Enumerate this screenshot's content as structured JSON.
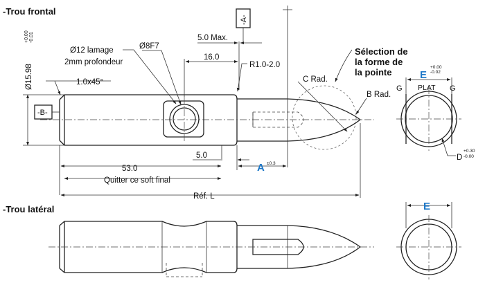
{
  "front_section": {
    "title": "-Trou frontal",
    "diameter_label": "Ø15.98",
    "diameter_tol_upper": "+0.00",
    "diameter_tol_lower": "-0.01",
    "chamfer_label": "1.0x45°",
    "datum_b": "-B-",
    "datum_a": "-A-",
    "counterbore_line1": "Ø12 lamage",
    "counterbore_line2": "2mm profondeur",
    "hole_label": "Ø8F7",
    "dim_5_max": "5.0 Max.",
    "dim_16": "16.0",
    "radius_label": "R1.0-2.0",
    "dim_5": "5.0",
    "dim_53": "53.0",
    "leave_soft_label": "Quitter ce soft final",
    "dim_a": "A",
    "dim_a_tol": "±0.3",
    "ref_l": "Réf. L",
    "c_rad": "C Rad.",
    "b_rad": "B Rad.",
    "tip_select_line1": "Sélection de",
    "tip_select_line2": "la forme de",
    "tip_select_line3": "la pointe"
  },
  "end_view_top": {
    "dim_e": "E",
    "e_tol_upper": "+0.00",
    "e_tol_lower": "-0.02",
    "flat_label": "PLAT",
    "g_left": "G",
    "g_right": "G",
    "dim_d": "D",
    "d_tol_upper": "+0.30",
    "d_tol_lower": "-0.00"
  },
  "side_section": {
    "title": "-Trou latéral"
  },
  "end_view_bottom": {
    "dim_e": "E"
  }
}
